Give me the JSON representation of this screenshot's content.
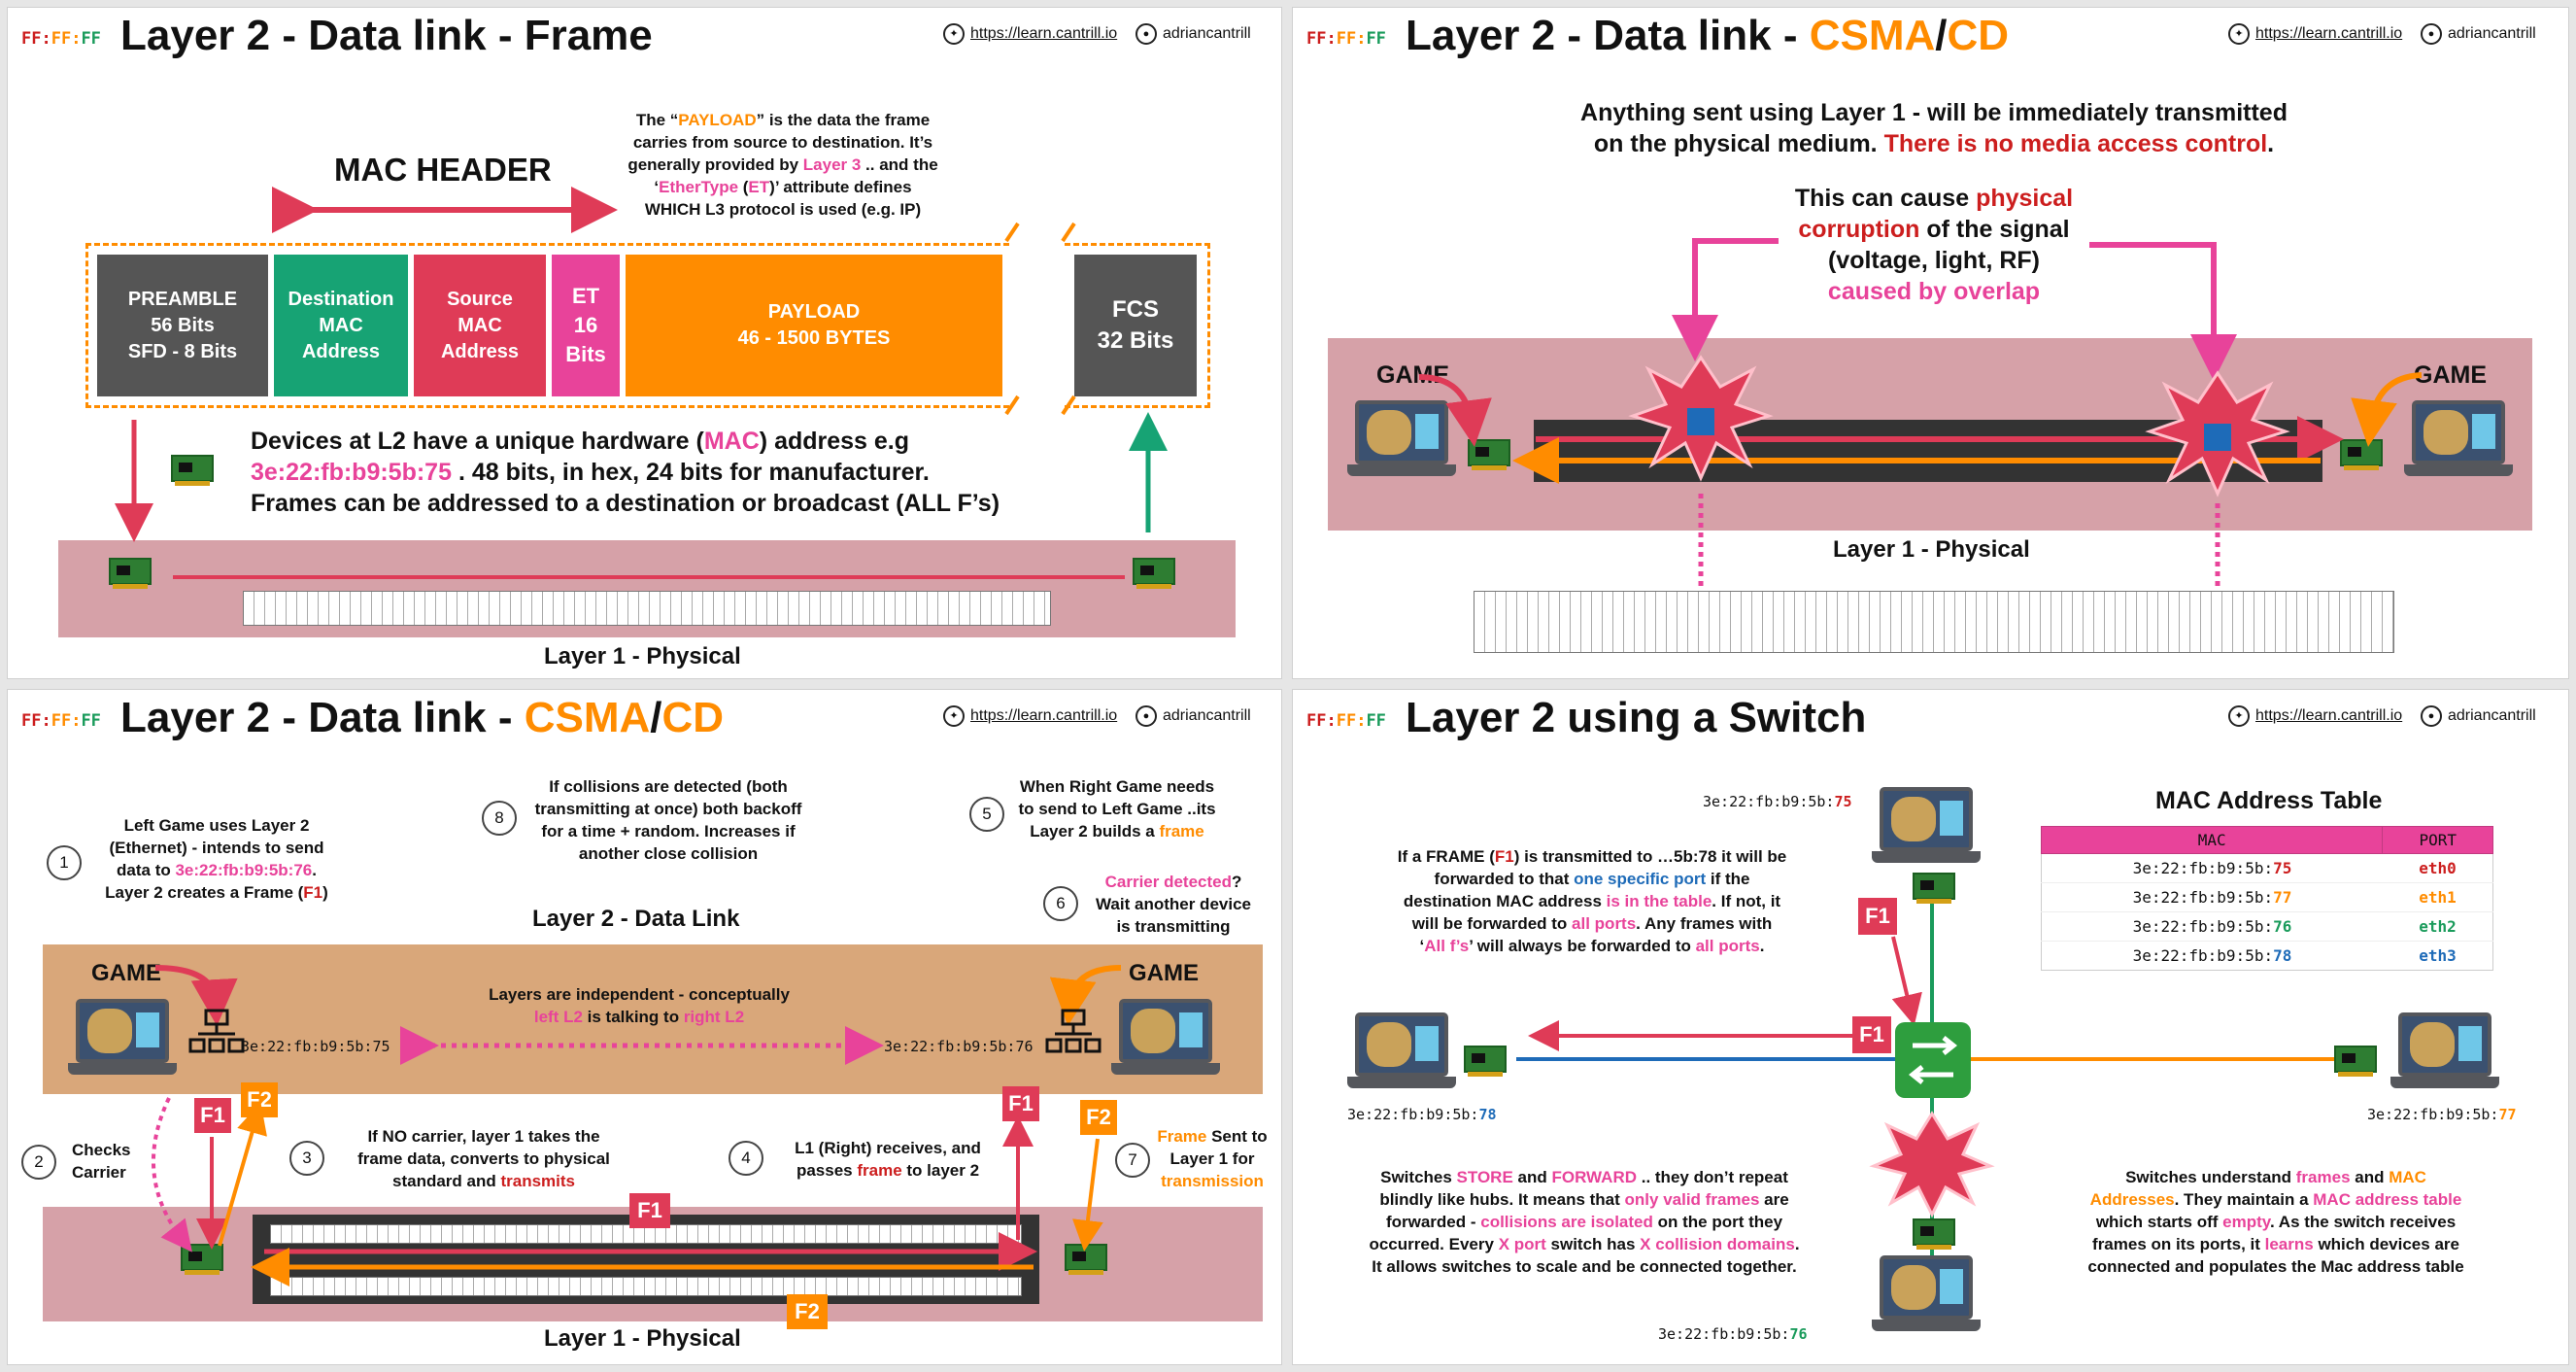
{
  "branding": {
    "logo_a": "FF:",
    "logo_b": "FF:",
    "logo_c": "FF",
    "url": "https://learn.cantrill.io",
    "user": "adriancantrill"
  },
  "colors": {
    "pink": "#e8439a",
    "red": "#cc1e1e",
    "orange": "#ff8c00",
    "blue": "#1e6bb8",
    "green": "#1a9b5b",
    "frame_red": "#df3b57",
    "teal": "#17a374",
    "gray": "#555555",
    "band": "#d6a1a8",
    "band2": "#d9a77a"
  },
  "icons": [
    "compass-icon",
    "github-icon",
    "laptop-icon",
    "network-card-icon",
    "explosion-icon",
    "switch-icon",
    "hub-icon"
  ],
  "panel1": {
    "title": "Layer 2 - Data link - Frame",
    "mac_header": "MAC HEADER",
    "payload_note": {
      "l1a": "The “",
      "l1b": "PAYLOAD",
      "l1c": "” is the data the frame",
      "l2": "carries from source to destination. It’s",
      "l3a": "generally provided by ",
      "l3b": "Layer 3",
      "l3c": " .. and the",
      "l4a": "‘",
      "l4b": "EtherType",
      "l4c": " (",
      "l4d": "ET",
      "l4e": ")’ attribute defines",
      "l5": "WHICH L3 protocol is used (e.g. IP)"
    },
    "fields": {
      "preamble": [
        "PREAMBLE",
        "56 Bits",
        "SFD - 8 Bits"
      ],
      "dest": [
        "Destination",
        "MAC",
        "Address"
      ],
      "src": [
        "Source",
        "MAC",
        "Address"
      ],
      "et": [
        "ET",
        "16",
        "Bits"
      ],
      "payload": [
        "PAYLOAD",
        "46 - 1500 BYTES"
      ],
      "fcs": [
        "FCS",
        "32 Bits"
      ]
    },
    "devices": {
      "l1a": "Devices at L2 have a unique hardware (",
      "l1b": "MAC",
      "l1c": ") address e.g",
      "l2a": "3e:22:fb:b9:5b:75",
      "l2b": " . 48 bits, in hex, 24 bits for manufacturer.",
      "l3": "Frames can be addressed to a destination or broadcast (ALL F’s)"
    },
    "layer1": "Layer 1 - Physical"
  },
  "panel2": {
    "title_a": "Layer 2 - Data link - ",
    "title_b": "CSMA",
    "title_c": "/",
    "title_d": "CD",
    "intro_l1": "Anything sent using Layer 1 - will be immediately transmitted",
    "intro_l2a": "on the physical medium. ",
    "intro_l2b": "There is no media access control",
    "intro_l2c": ".",
    "cause_l1a": "This can cause ",
    "cause_l1b": "physical",
    "cause_l2a": "corruption",
    "cause_l2b": " of the signal",
    "cause_l3": "(voltage, light, RF)",
    "cause_l4": "caused by overlap",
    "game_left": "GAME",
    "game_right": "GAME",
    "layer1": "Layer 1 - Physical"
  },
  "panel3": {
    "title_a": "Layer 2 - Data link - ",
    "title_b": "CSMA",
    "title_c": "/",
    "title_d": "CD",
    "n1": "1",
    "s1_l1": "Left Game uses Layer 2",
    "s1_l2": "(Ethernet) - intends to send",
    "s1_l3a": "data to ",
    "s1_l3b": "3e:22:fb:b9:5b:76",
    "s1_l3c": ".",
    "s1_l4a": "Layer 2 creates a Frame (",
    "s1_l4b": "F1",
    "s1_l4c": ")",
    "n8": "8",
    "s8_l1": "If collisions are detected (both",
    "s8_l2": "transmitting at once) both backoff",
    "s8_l3": "for a time + random. Increases if",
    "s8_l4": "another close collision",
    "n5": "5",
    "s5_l1": "When Right Game needs",
    "s5_l2": "to send to Left Game ..its",
    "s5_l3a": "Layer 2 builds a ",
    "s5_l3b": "frame",
    "n6": "6",
    "s6_l1a": "Carrier detected",
    "s6_l1b": "?",
    "s6_l2": "Wait another device",
    "s6_l3": "is transmitting",
    "l2_label": "Layer 2 - Data Link",
    "game_left": "GAME",
    "game_right": "GAME",
    "indep_l1": "Layers are independent - conceptually",
    "indep_l2a": "left L2",
    "indep_l2b": " is talking to ",
    "indep_l2c": "right L2",
    "mac_left": "3e:22:fb:b9:5b:75",
    "mac_right": "3e:22:fb:b9:5b:76",
    "f1": "F1",
    "f2": "F2",
    "n2": "2",
    "s2_l1": "Checks",
    "s2_l2": "Carrier",
    "n3": "3",
    "s3_l1": "If NO carrier, layer 1 takes the",
    "s3_l2": "frame data, converts to physical",
    "s3_l3a": "standard and ",
    "s3_l3b": "transmits",
    "n4": "4",
    "s4_l1": "L1 (Right) receives, and",
    "s4_l2a": "passes ",
    "s4_l2b": "frame",
    "s4_l2c": " to layer 2",
    "n7": "7",
    "s7_l1a": "Frame",
    "s7_l1b": " Sent to",
    "s7_l2": "Layer 1 for",
    "s7_l3": "transmission",
    "layer1": "Layer 1 - Physical"
  },
  "panel4": {
    "title": "Layer 2 using a Switch",
    "mac_top": "3e:22:fb:b9:5b:",
    "mac_top_end": "75",
    "mac_left": "3e:22:fb:b9:5b:",
    "mac_left_end": "78",
    "mac_right": "3e:22:fb:b9:5b:",
    "mac_right_end": "77",
    "mac_bottom": "3e:22:fb:b9:5b:",
    "mac_bottom_end": "76",
    "f1": "F1",
    "fwd_l1a": "If a FRAME (",
    "fwd_l1b": "F1",
    "fwd_l1c": ") is transmitted to …5b:78 it will be",
    "fwd_l2a": "forwarded to that ",
    "fwd_l2b": "one specific port",
    "fwd_l2c": " if the",
    "fwd_l3a": "destination MAC address ",
    "fwd_l3b": "is in the table",
    "fwd_l3c": ". If not, it",
    "fwd_l4a": "will be forwarded to ",
    "fwd_l4b": "all ports",
    "fwd_l4c": ". Any frames with",
    "fwd_l5a": "‘",
    "fwd_l5b": "All f’s",
    "fwd_l5c": "’ will always be forwarded to ",
    "fwd_l5d": "all ports",
    "fwd_l5e": ".",
    "table_title": "MAC Address Table",
    "table_head": [
      "MAC",
      "PORT"
    ],
    "table_rows": [
      {
        "mac": "3e:22:fb:b9:5b:",
        "end": "75",
        "port": "eth0"
      },
      {
        "mac": "3e:22:fb:b9:5b:",
        "end": "77",
        "port": "eth1"
      },
      {
        "mac": "3e:22:fb:b9:5b:",
        "end": "76",
        "port": "eth2"
      },
      {
        "mac": "3e:22:fb:b9:5b:",
        "end": "78",
        "port": "eth3"
      }
    ],
    "sw_l1a": "Switches ",
    "sw_l1b": "STORE",
    "sw_l1c": " and ",
    "sw_l1d": "FORWARD",
    "sw_l1e": " .. they don’t repeat",
    "sw_l2a": "blindly like hubs. It means that ",
    "sw_l2b": "only valid frames",
    "sw_l2c": " are",
    "sw_l3a": "forwarded - ",
    "sw_l3b": "collisions are isolated",
    "sw_l3c": " on the port they",
    "sw_l4a": "occurred. Every ",
    "sw_l4b": "X port",
    "sw_l4c": " switch has ",
    "sw_l4d": "X collision domains",
    "sw_l4e": ".",
    "sw_l5": "It allows switches to scale and be connected together.",
    "und_l1a": "Switches understand ",
    "und_l1b": "frames",
    "und_l1c": " and ",
    "und_l1d": "MAC",
    "und_l2a": "Addresses",
    "und_l2b": ". They maintain a ",
    "und_l2c": "MAC address table",
    "und_l3a": "which starts off ",
    "und_l3b": "empty",
    "und_l3c": ". As the switch receives",
    "und_l4a": "frames on its ports, it ",
    "und_l4b": "learns",
    "und_l4c": " which devices are",
    "und_l5": "connected and populates the Mac address table"
  }
}
